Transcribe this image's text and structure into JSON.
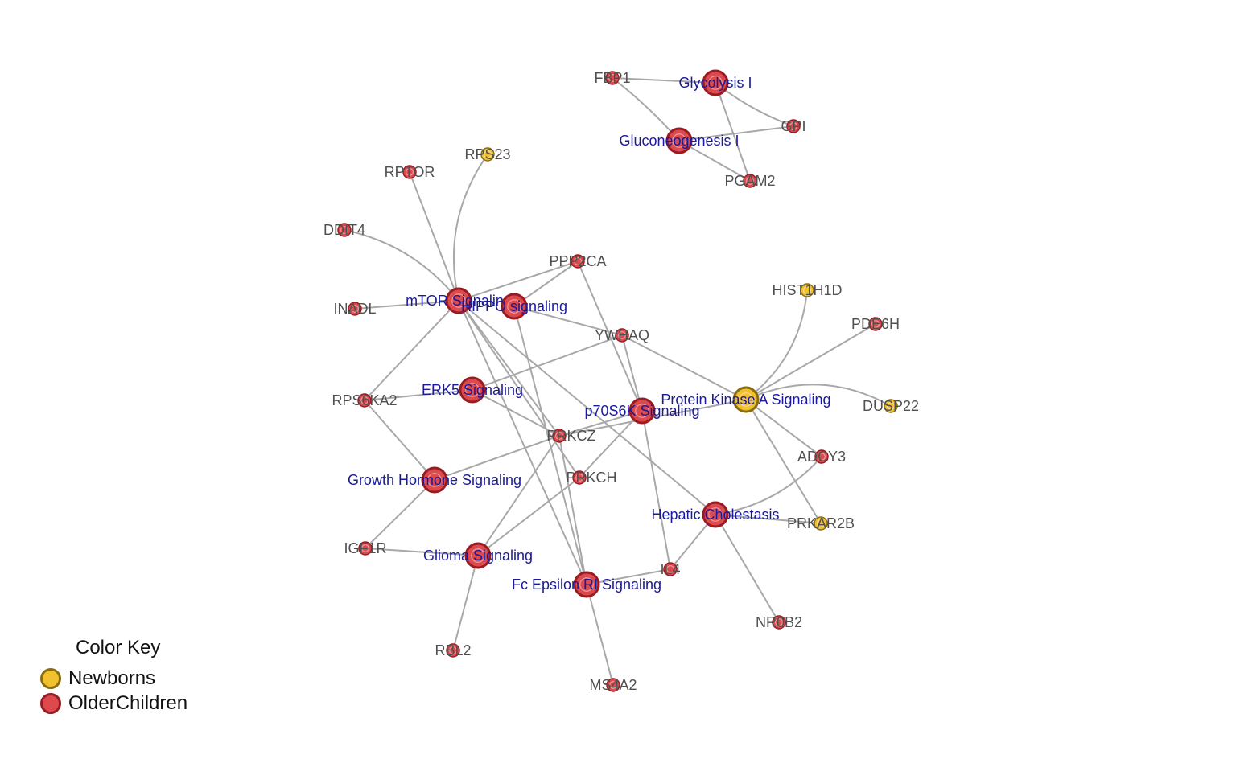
{
  "colors": {
    "Newborns": {
      "fill": "#f2c12e",
      "stroke": "#8a6d10"
    },
    "OlderChildren": {
      "fill": "#dc4a4e",
      "stroke": "#9b1b22"
    },
    "edge": "#a8a8a8",
    "gene_label": "#505050",
    "pathway_label": "#1a1a9a"
  },
  "legend": {
    "title": "Color Key",
    "items": [
      {
        "label": "Newborns",
        "key": "Newborns"
      },
      {
        "label": "OlderChildren",
        "key": "OlderChildren"
      }
    ]
  },
  "nodes": [
    {
      "id": "glycolysis",
      "label": "Glycolysis I",
      "kind": "pathway",
      "group": "OlderChildren"
    },
    {
      "id": "gluconeo",
      "label": "Gluconeogenesis I",
      "kind": "pathway",
      "group": "OlderChildren"
    },
    {
      "id": "fbp1",
      "label": "FBP1",
      "kind": "gene",
      "group": "OlderChildren"
    },
    {
      "id": "gpi",
      "label": "GPI",
      "kind": "gene",
      "group": "OlderChildren"
    },
    {
      "id": "pgam2",
      "label": "PGAM2",
      "kind": "gene",
      "group": "OlderChildren"
    },
    {
      "id": "rps23",
      "label": "RPS23",
      "kind": "gene",
      "group": "Newborns"
    },
    {
      "id": "rptor",
      "label": "RPTOR",
      "kind": "gene",
      "group": "OlderChildren"
    },
    {
      "id": "ddit4",
      "label": "DDIT4",
      "kind": "gene",
      "group": "OlderChildren"
    },
    {
      "id": "inadl",
      "label": "INADL",
      "kind": "gene",
      "group": "OlderChildren"
    },
    {
      "id": "mtor",
      "label": "mTOR Signaling",
      "kind": "pathway",
      "group": "OlderChildren"
    },
    {
      "id": "hippo",
      "label": "HIPPO signaling",
      "kind": "pathway",
      "group": "OlderChildren"
    },
    {
      "id": "ppp2ca",
      "label": "PPP2CA",
      "kind": "gene",
      "group": "OlderChildren"
    },
    {
      "id": "ywhaq",
      "label": "YWHAQ",
      "kind": "gene",
      "group": "OlderChildren"
    },
    {
      "id": "hist1h1d",
      "label": "HIST1H1D",
      "kind": "gene",
      "group": "Newborns"
    },
    {
      "id": "pde6h",
      "label": "PDE6H",
      "kind": "gene",
      "group": "OlderChildren"
    },
    {
      "id": "pka",
      "label": "Protein Kinase A Signaling",
      "kind": "pathway",
      "group": "Newborns"
    },
    {
      "id": "dusp22",
      "label": "DUSP22",
      "kind": "gene",
      "group": "Newborns"
    },
    {
      "id": "rps6ka2",
      "label": "RPS6KA2",
      "kind": "gene",
      "group": "OlderChildren"
    },
    {
      "id": "erk5",
      "label": "ERK5 Signaling",
      "kind": "pathway",
      "group": "OlderChildren"
    },
    {
      "id": "p70s6k",
      "label": "p70S6K Signaling",
      "kind": "pathway",
      "group": "OlderChildren"
    },
    {
      "id": "prkcz",
      "label": "PRKCZ",
      "kind": "gene",
      "group": "OlderChildren"
    },
    {
      "id": "adcy3",
      "label": "ADCY3",
      "kind": "gene",
      "group": "OlderChildren"
    },
    {
      "id": "gh",
      "label": "Growth Hormone Signaling",
      "kind": "pathway",
      "group": "OlderChildren"
    },
    {
      "id": "prkch",
      "label": "PRKCH",
      "kind": "gene",
      "group": "OlderChildren"
    },
    {
      "id": "hepatic",
      "label": "Hepatic Cholestasis",
      "kind": "pathway",
      "group": "OlderChildren"
    },
    {
      "id": "prkar2b",
      "label": "PRKAR2B",
      "kind": "gene",
      "group": "Newborns"
    },
    {
      "id": "igf1r",
      "label": "IGF1R",
      "kind": "gene",
      "group": "OlderChildren"
    },
    {
      "id": "glioma",
      "label": "Glioma Signaling",
      "kind": "pathway",
      "group": "OlderChildren"
    },
    {
      "id": "il4",
      "label": "IL4",
      "kind": "gene",
      "group": "OlderChildren"
    },
    {
      "id": "fceri",
      "label": "Fc Epsilon RI Signaling",
      "kind": "pathway",
      "group": "OlderChildren"
    },
    {
      "id": "nr0b2",
      "label": "NR0B2",
      "kind": "gene",
      "group": "OlderChildren"
    },
    {
      "id": "rbl2",
      "label": "RBL2",
      "kind": "gene",
      "group": "OlderChildren"
    },
    {
      "id": "ms4a2",
      "label": "MS4A2",
      "kind": "gene",
      "group": "OlderChildren"
    }
  ],
  "edges": [
    [
      "glycolysis",
      "fbp1"
    ],
    [
      "glycolysis",
      "gpi"
    ],
    [
      "glycolysis",
      "pgam2"
    ],
    [
      "gluconeo",
      "fbp1"
    ],
    [
      "gluconeo",
      "gpi"
    ],
    [
      "gluconeo",
      "pgam2"
    ],
    [
      "mtor",
      "rptor"
    ],
    [
      "mtor",
      "rps23"
    ],
    [
      "mtor",
      "ddit4"
    ],
    [
      "mtor",
      "inadl"
    ],
    [
      "mtor",
      "ppp2ca"
    ],
    [
      "mtor",
      "rps6ka2"
    ],
    [
      "mtor",
      "prkcz"
    ],
    [
      "mtor",
      "prkch"
    ],
    [
      "mtor",
      "fceri"
    ],
    [
      "mtor",
      "hepatic"
    ],
    [
      "hippo",
      "ppp2ca"
    ],
    [
      "hippo",
      "ywhaq"
    ],
    [
      "hippo",
      "fceri"
    ],
    [
      "ppp2ca",
      "p70s6k"
    ],
    [
      "ywhaq",
      "erk5"
    ],
    [
      "ywhaq",
      "p70s6k"
    ],
    [
      "ywhaq",
      "pka"
    ],
    [
      "pka",
      "hist1h1d"
    ],
    [
      "pka",
      "pde6h"
    ],
    [
      "pka",
      "dusp22"
    ],
    [
      "pka",
      "adcy3"
    ],
    [
      "pka",
      "prkar2b"
    ],
    [
      "pka",
      "prkcz"
    ],
    [
      "rps6ka2",
      "erk5"
    ],
    [
      "rps6ka2",
      "gh"
    ],
    [
      "erk5",
      "prkcz"
    ],
    [
      "p70s6k",
      "prkcz"
    ],
    [
      "p70s6k",
      "prkch"
    ],
    [
      "p70s6k",
      "il4"
    ],
    [
      "gh",
      "prkcz"
    ],
    [
      "gh",
      "igf1r"
    ],
    [
      "prkcz",
      "glioma"
    ],
    [
      "prkcz",
      "fceri"
    ],
    [
      "prkch",
      "glioma"
    ],
    [
      "hepatic",
      "adcy3"
    ],
    [
      "hepatic",
      "prkar2b"
    ],
    [
      "hepatic",
      "il4"
    ],
    [
      "hepatic",
      "nr0b2"
    ],
    [
      "igf1r",
      "glioma"
    ],
    [
      "glioma",
      "rbl2"
    ],
    [
      "fceri",
      "il4"
    ],
    [
      "fceri",
      "ms4a2"
    ]
  ]
}
